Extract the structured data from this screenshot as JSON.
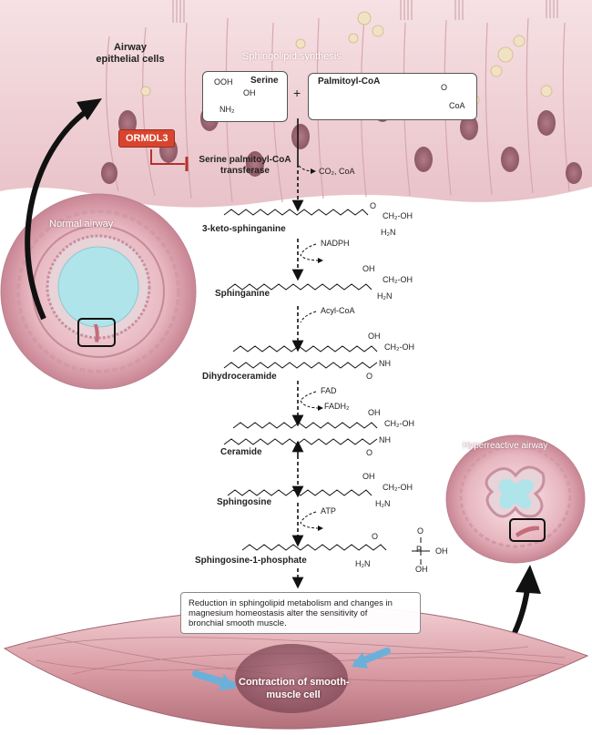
{
  "tissue": {
    "epithelial_label": "Airway epithelial cells",
    "synthesis_title": "Sphingolipid synthesis",
    "normal_airway": "Normal airway",
    "hyperreactive_airway": "Hyperreactive airway"
  },
  "reactants": {
    "serine": "Serine",
    "serine_oh1": "OOH",
    "serine_oh2": "OH",
    "serine_nh2": "NH₂",
    "plus": "+",
    "palmitoyl": "Palmitoyl-CoA",
    "coa": "CoA"
  },
  "enzyme": {
    "ormdl3": "ORMDL3",
    "name_line1": "Serine palmitoyl-CoA",
    "name_line2": "transferase",
    "byproduct": "CO₂, CoA"
  },
  "pathway": {
    "compounds": [
      {
        "name": "3-keto-sphinganine",
        "groups": [
          "O",
          "CH₂-OH",
          "H₂N"
        ]
      },
      {
        "name": "Sphinganine",
        "groups": [
          "OH",
          "CH₂-OH",
          "H₂N"
        ]
      },
      {
        "name": "Dihydroceramide",
        "groups": [
          "OH",
          "CH₂-OH",
          "NH",
          "O"
        ]
      },
      {
        "name": "Ceramide",
        "groups": [
          "OH",
          "CH₂-OH",
          "NH",
          "O"
        ]
      },
      {
        "name": "Sphingosine",
        "groups": [
          "OH",
          "CH₂-OH",
          "H₂N"
        ]
      },
      {
        "name": "Sphingosine-1-phosphate",
        "groups": [
          "O",
          "O",
          "H₂N",
          "OH",
          "OH",
          "P"
        ]
      }
    ],
    "cofactors": [
      "NADPH",
      "Acyl-CoA",
      "FAD",
      "FADH₂",
      "ATP"
    ]
  },
  "note": {
    "line1": "Reduction in sphingolipid metabolism and changes in",
    "line2": "magnesium homeostasis alter the sensitivity of",
    "line3": "bronchial smooth muscle."
  },
  "muscle": {
    "line1": "Contraction of smooth-",
    "line2": "muscle cell"
  },
  "colors": {
    "tissue_pink": "#eccdd3",
    "ormdl3_red": "#d9442e",
    "inhibit_red": "#b3322a",
    "lumen_blue": "#aee4ea",
    "muscle_arrow_blue": "#6cb0d9"
  }
}
